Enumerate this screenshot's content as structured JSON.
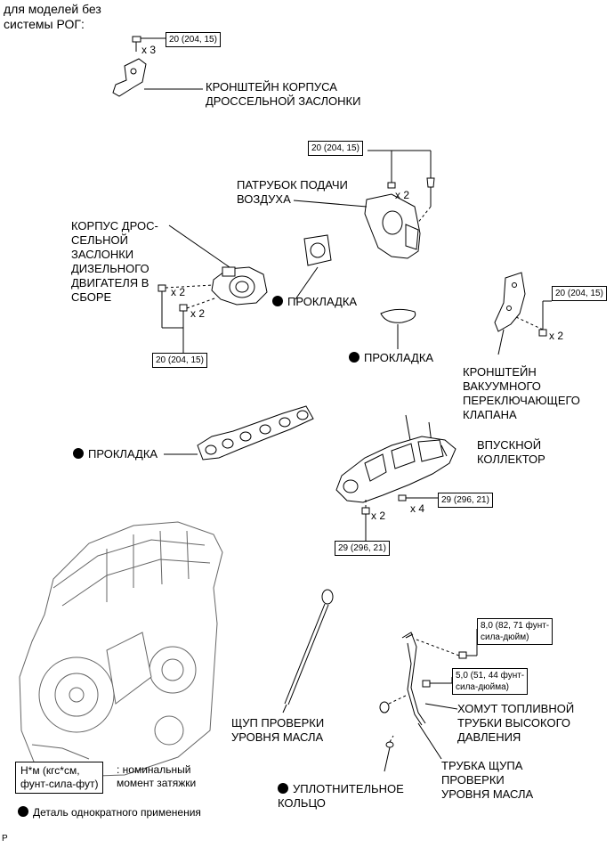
{
  "header": {
    "line1": "для моделей без",
    "line2": "системы РОГ:"
  },
  "torques": {
    "t1": "20 (204, 15)",
    "t2": "20 (204, 15)",
    "t3": "20 (204, 15)",
    "t4": "20 (204, 15)",
    "t5": "29 (296, 21)",
    "t6": "29 (296, 21)",
    "t7": "8,0 (82, 71 фунт-\nсила-дюйм)",
    "t8": "5,0 (51, 44 фунт-\nсила-дюйма)"
  },
  "qty": {
    "q1": "x 3",
    "q2": "x 2",
    "q3": "x 2",
    "q4": "x 2",
    "q5": "x 2",
    "q6": "x 4",
    "q7": "x 2"
  },
  "labels": {
    "throttle_bracket": "КРОНШТЕЙН КОРПУСА\nДРОССЕЛЬНОЙ ЗАСЛОНКИ",
    "air_inlet": "ПАТРУБОК ПОДАЧИ\nВОЗДУХА",
    "throttle_body": "КОРПУС ДРОС-\nСЕЛЬНОЙ\nЗАСЛОНКИ\nДИЗЕЛЬНОГО\nДВИГАТЕЛЯ В\nСБОРЕ",
    "gasket1": "ПРОКЛАДКА",
    "gasket2": "ПРОКЛАДКА",
    "gasket3": "ПРОКЛАДКА",
    "vsv_bracket": "КРОНШТЕЙН\nВАКУУМНОГО\nПЕРЕКЛЮЧАЮЩЕГО\nКЛАПАНА",
    "intake_manifold": "ВПУСКНОЙ\nКОЛЛЕКТОР",
    "dipstick": "ЩУП ПРОВЕРКИ\nУРОВНЯ МАСЛА",
    "fuel_clamp": "ХОМУТ ТОПЛИВНОЙ\nТРУБКИ ВЫСОКОГО\nДАВЛЕНИЯ",
    "dipstick_tube": "ТРУБКА ЩУПА\nПРОВЕРКИ\nУРОВНЯ МАСЛА",
    "o_ring": "УПЛОТНИТЕЛЬНОЕ\nКОЛЬЦО"
  },
  "legend": {
    "torque_box": "Н*м (кгс*см,\nфунт-сила-фут)",
    "torque_desc": ": номинальный\nмомент затяжки",
    "non_reusable": "Деталь однократного применения"
  },
  "corner_mark": "P"
}
